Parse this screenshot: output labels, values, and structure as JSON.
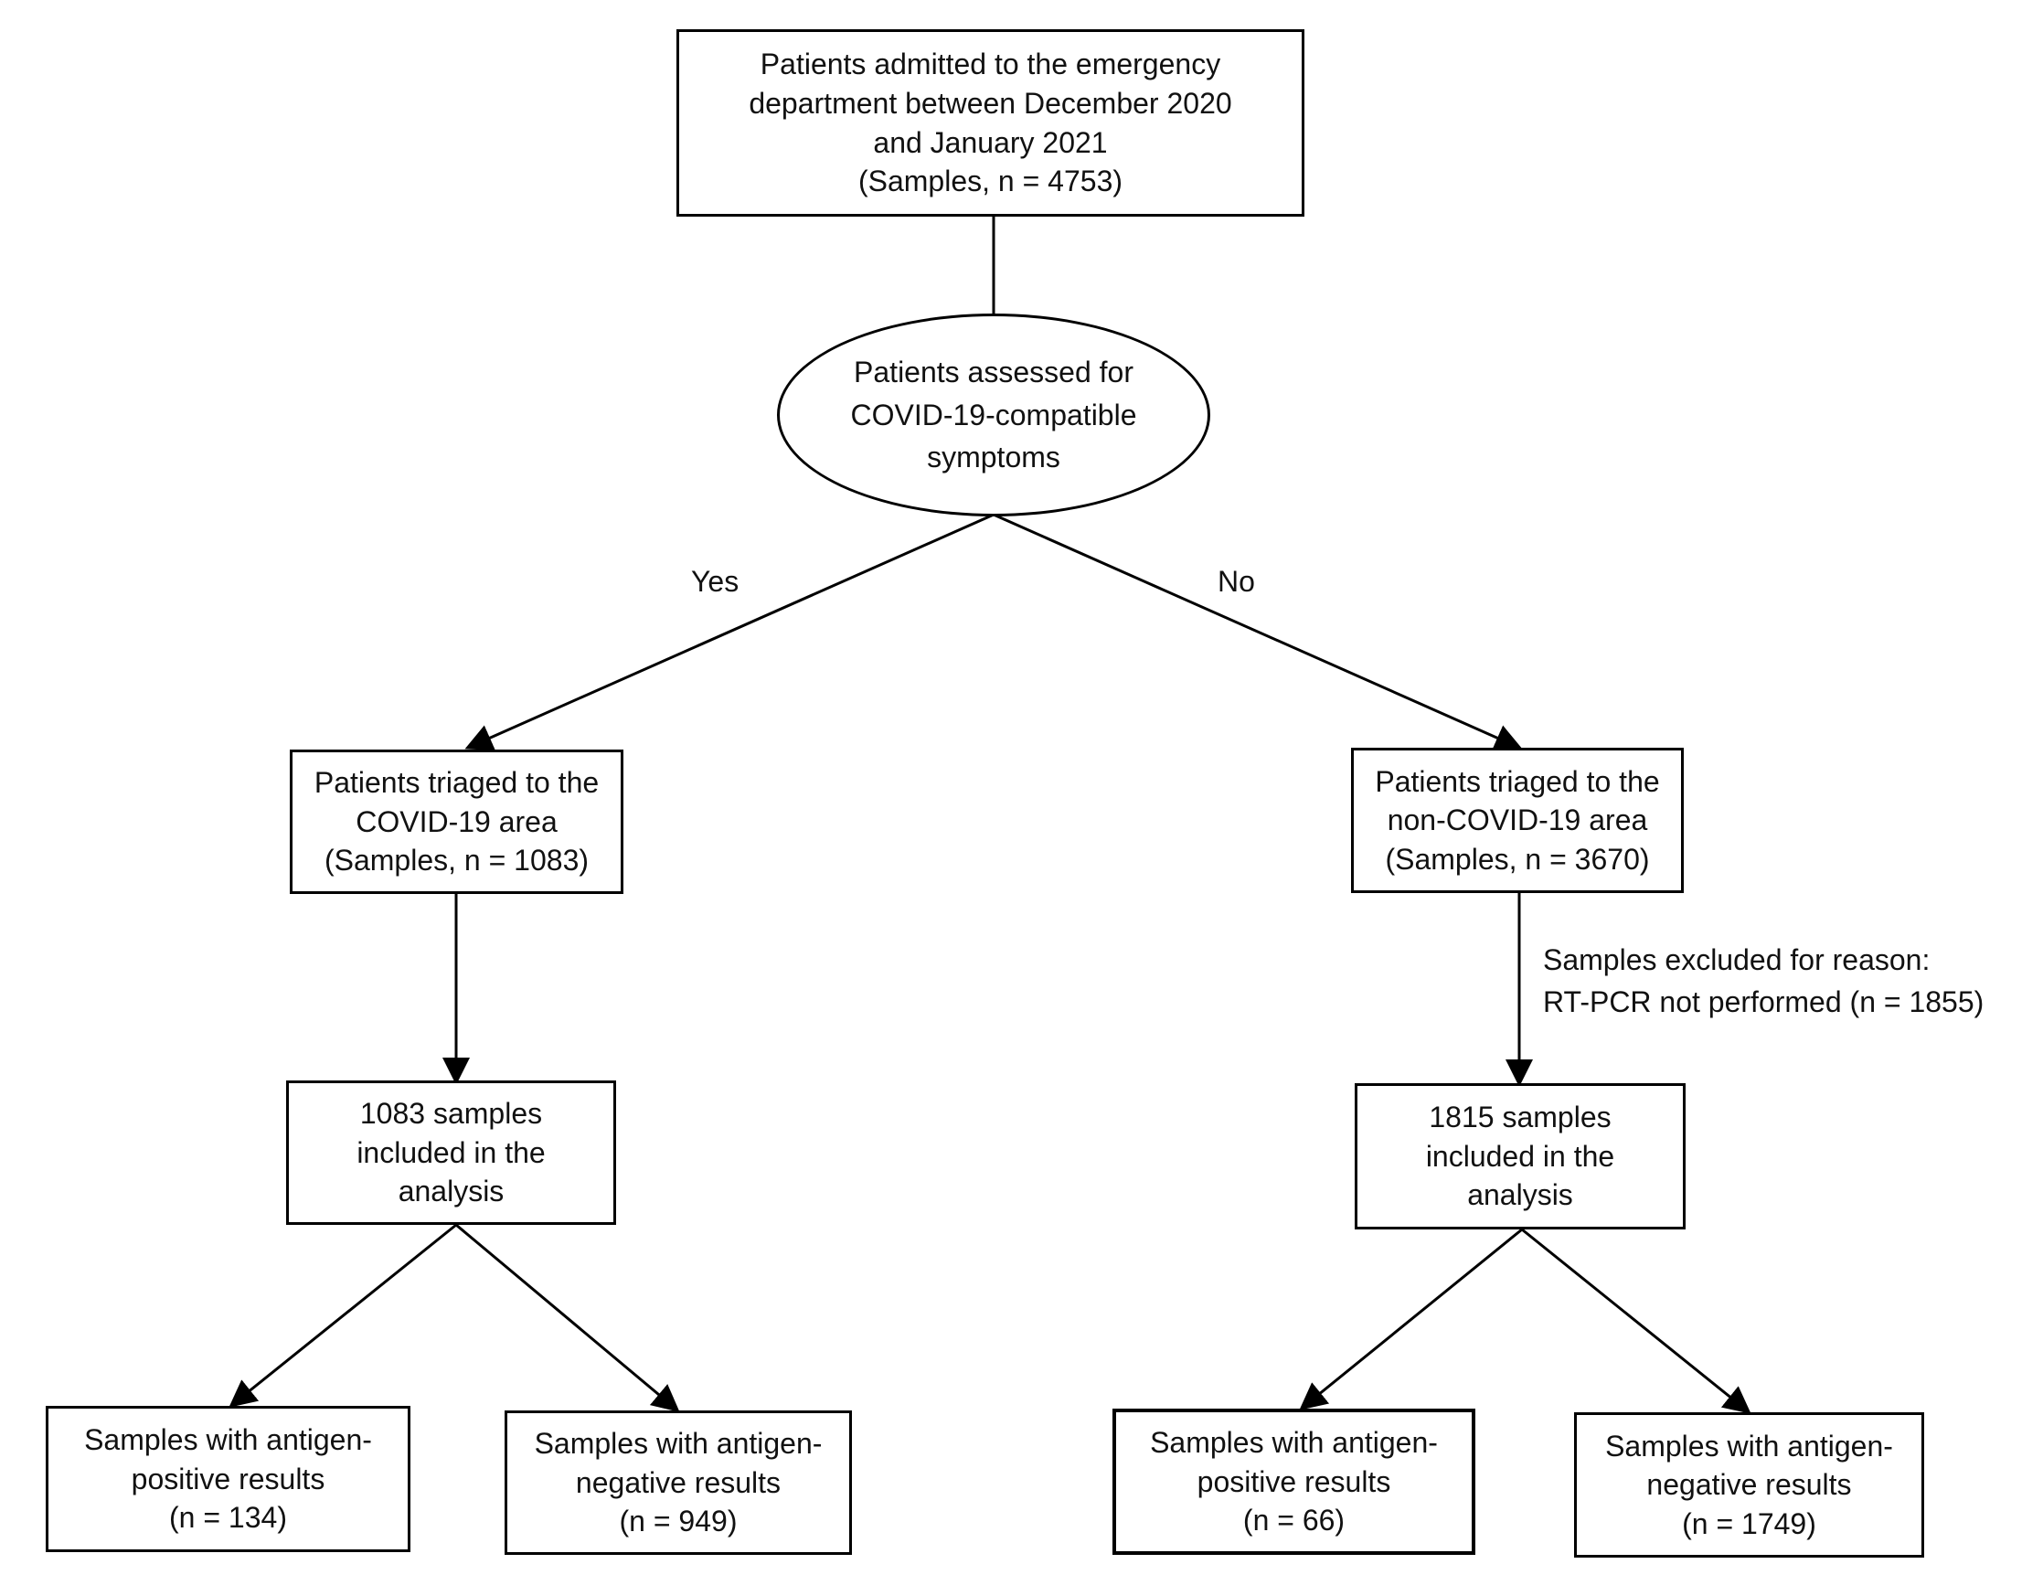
{
  "nodes": {
    "admitted": [
      "Patients admitted to the emergency",
      "department between December 2020",
      "and January 2021",
      "(Samples, n = 4753)"
    ],
    "assessed": [
      "Patients assessed for",
      "COVID-19-compatible",
      "symptoms"
    ],
    "covid_area": [
      "Patients triaged to the",
      "COVID-19 area",
      "(Samples, n = 1083)"
    ],
    "non_covid_area": [
      "Patients triaged to the",
      "non-COVID-19 area",
      "(Samples, n = 3670)"
    ],
    "covid_included": [
      "1083 samples",
      "included in the",
      "analysis"
    ],
    "non_covid_included": [
      "1815 samples",
      "included in the",
      "analysis"
    ],
    "covid_pos": [
      "Samples with antigen-",
      "positive results",
      "(n = 134)"
    ],
    "covid_neg": [
      "Samples with antigen-",
      "negative results",
      "(n = 949)"
    ],
    "non_covid_pos": [
      "Samples with antigen-",
      "positive results",
      "(n = 66)"
    ],
    "non_covid_neg": [
      "Samples with antigen-",
      "negative results",
      "(n = 1749)"
    ]
  },
  "edge_labels": {
    "yes": "Yes",
    "no": "No"
  },
  "exclusion_note": [
    "Samples excluded for reason:",
    "RT-PCR not performed (n = 1855)"
  ]
}
